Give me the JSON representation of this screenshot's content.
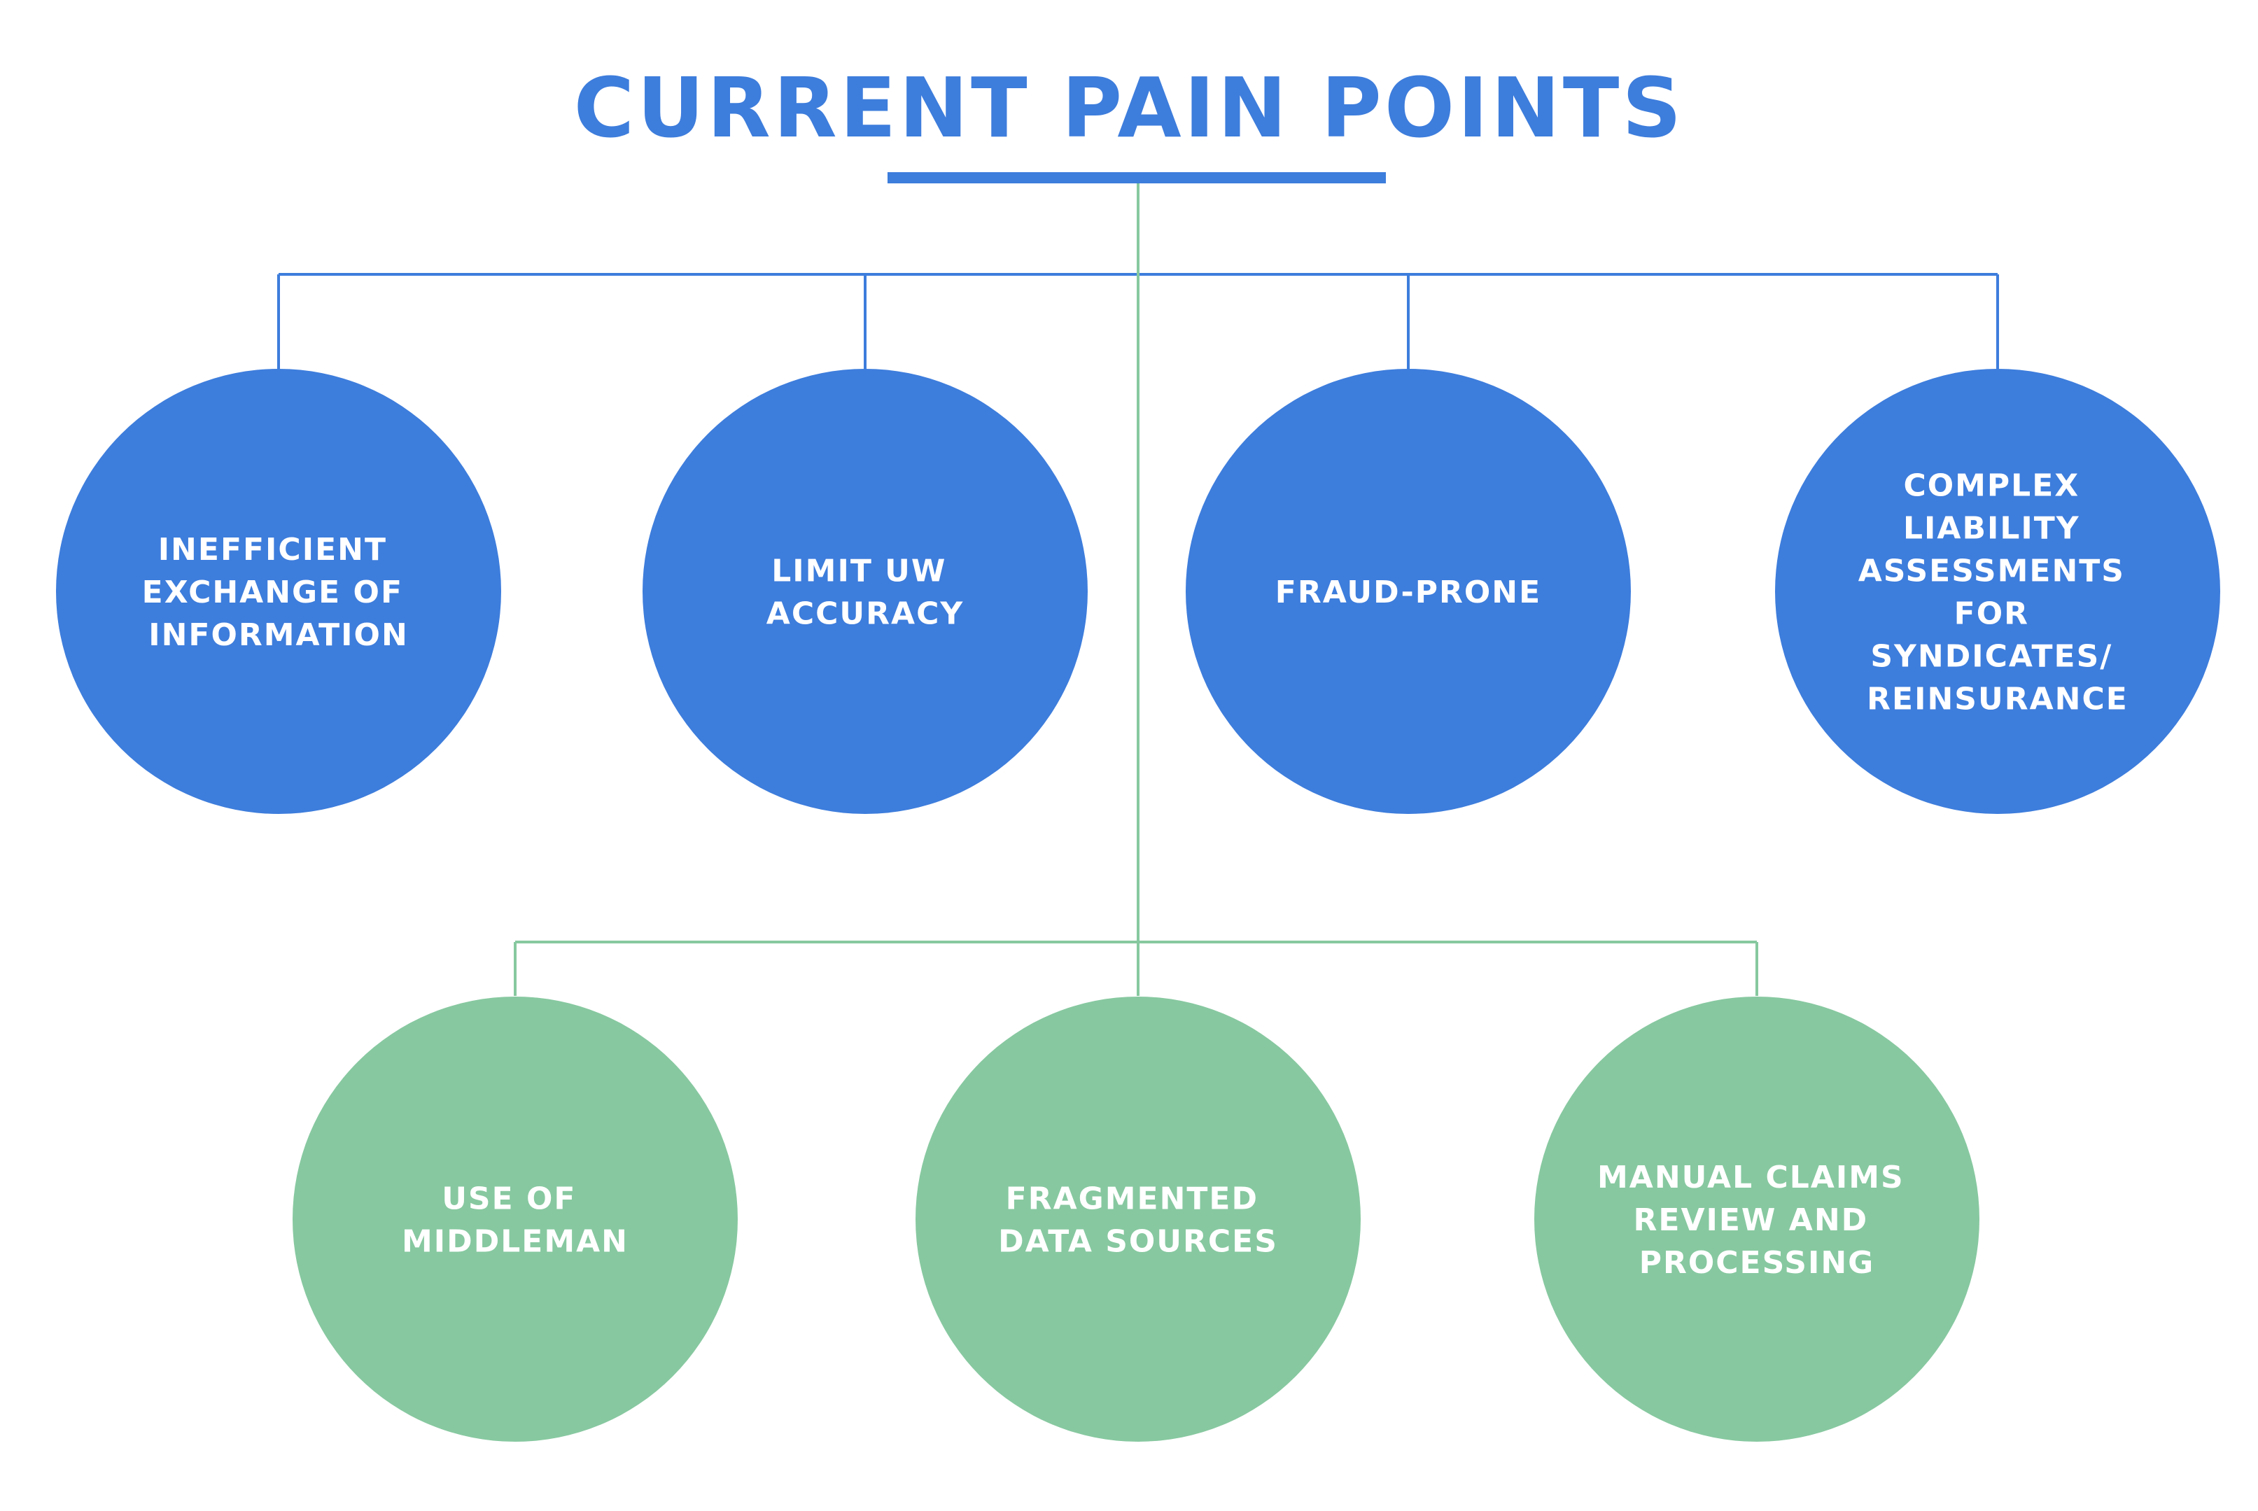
{
  "title": "CURRENT PAIN POINTS",
  "colors": {
    "blue": "#3D7DDC",
    "green": "#87C8A0",
    "title": "#3D7DDC",
    "text_on_node": "#FFFFFF"
  },
  "top_row": [
    {
      "lines": [
        "INEFFICIENT",
        "EXCHANGE OF",
        "INFORMATION"
      ]
    },
    {
      "lines": [
        "LIMIT UW",
        "ACCURACY"
      ]
    },
    {
      "lines": [
        "FRAUD-PRONE"
      ]
    },
    {
      "lines": [
        "COMPLEX",
        "LIABILITY",
        "ASSESSMENTS",
        "FOR",
        "SYNDICATES/",
        "REINSURANCE"
      ]
    }
  ],
  "bottom_row": [
    {
      "lines": [
        "USE OF",
        "MIDDLEMAN"
      ]
    },
    {
      "lines": [
        "FRAGMENTED",
        "DATA SOURCES"
      ]
    },
    {
      "lines": [
        "MANUAL CLAIMS",
        "REVIEW AND",
        "PROCESSING"
      ]
    }
  ]
}
